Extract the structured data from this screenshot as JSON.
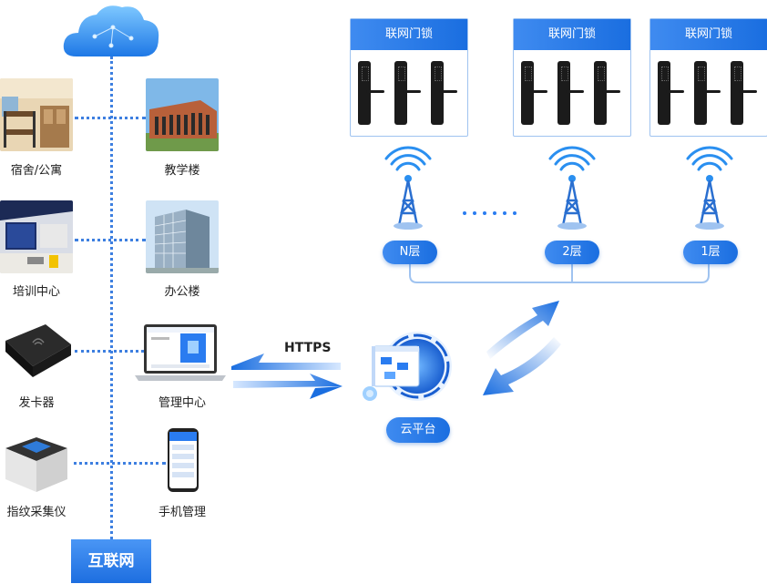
{
  "internet_label": "互联网",
  "buildings": [
    {
      "left_label": "宿舍/公寓",
      "right_label": "教学楼"
    },
    {
      "left_label": "培训中心",
      "right_label": "办公楼"
    },
    {
      "left_label": "发卡器",
      "right_label": "管理中心"
    },
    {
      "left_label": "指纹采集仪",
      "right_label": "手机管理"
    }
  ],
  "lock_groups": [
    {
      "title": "联网门锁"
    },
    {
      "title": "联网门锁"
    },
    {
      "title": "联网门锁"
    }
  ],
  "floors": [
    "N层",
    "2层",
    "1层"
  ],
  "protocol": "HTTPS",
  "cloud_platform": "云平台",
  "colors": {
    "accent": "#1a6ee0",
    "line": "#3d7fe0",
    "light": "#9fc3f0"
  }
}
